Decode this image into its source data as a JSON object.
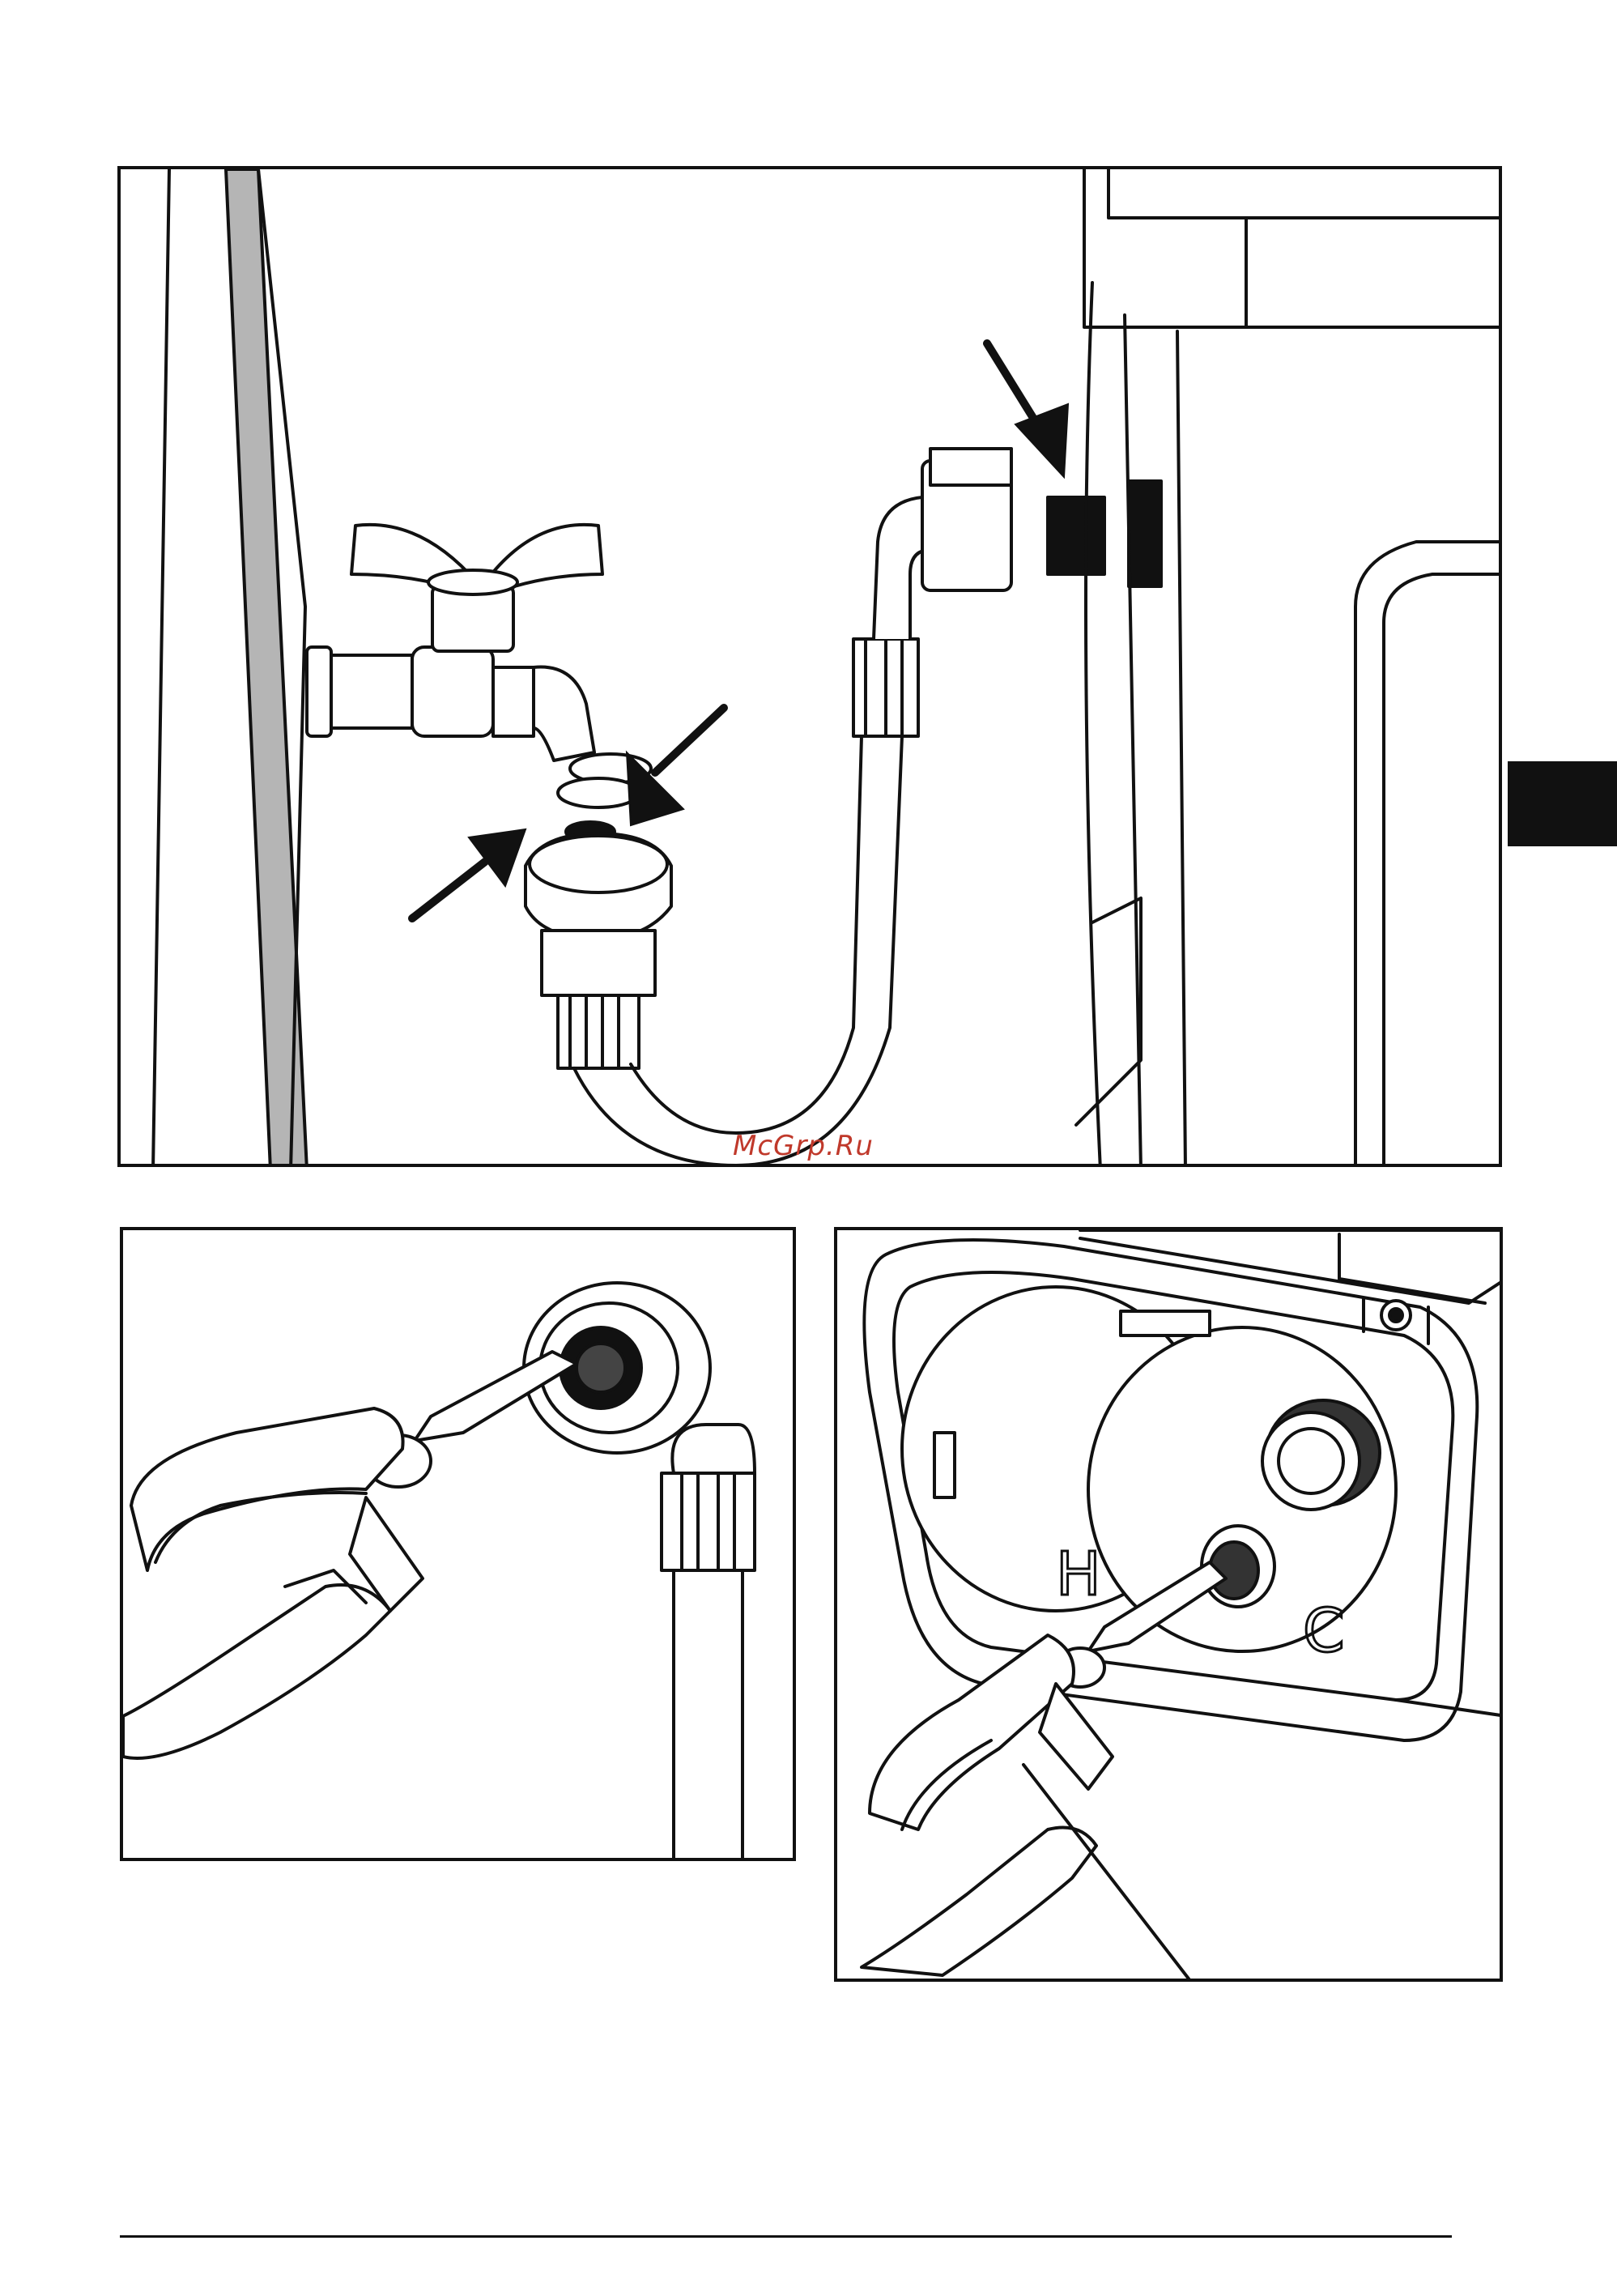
{
  "watermark": {
    "text": "McGrp.Ru",
    "color": "#c0392b"
  },
  "filter_panel": {
    "left_label": "H",
    "right_label": "C"
  },
  "colors": {
    "line": "#111111",
    "wall_gray": "#b5b5b5",
    "tab": "#111111"
  },
  "icons": [
    "arrow-icon",
    "tap-icon",
    "hose-icon",
    "pliers-icon",
    "filter-icon"
  ]
}
